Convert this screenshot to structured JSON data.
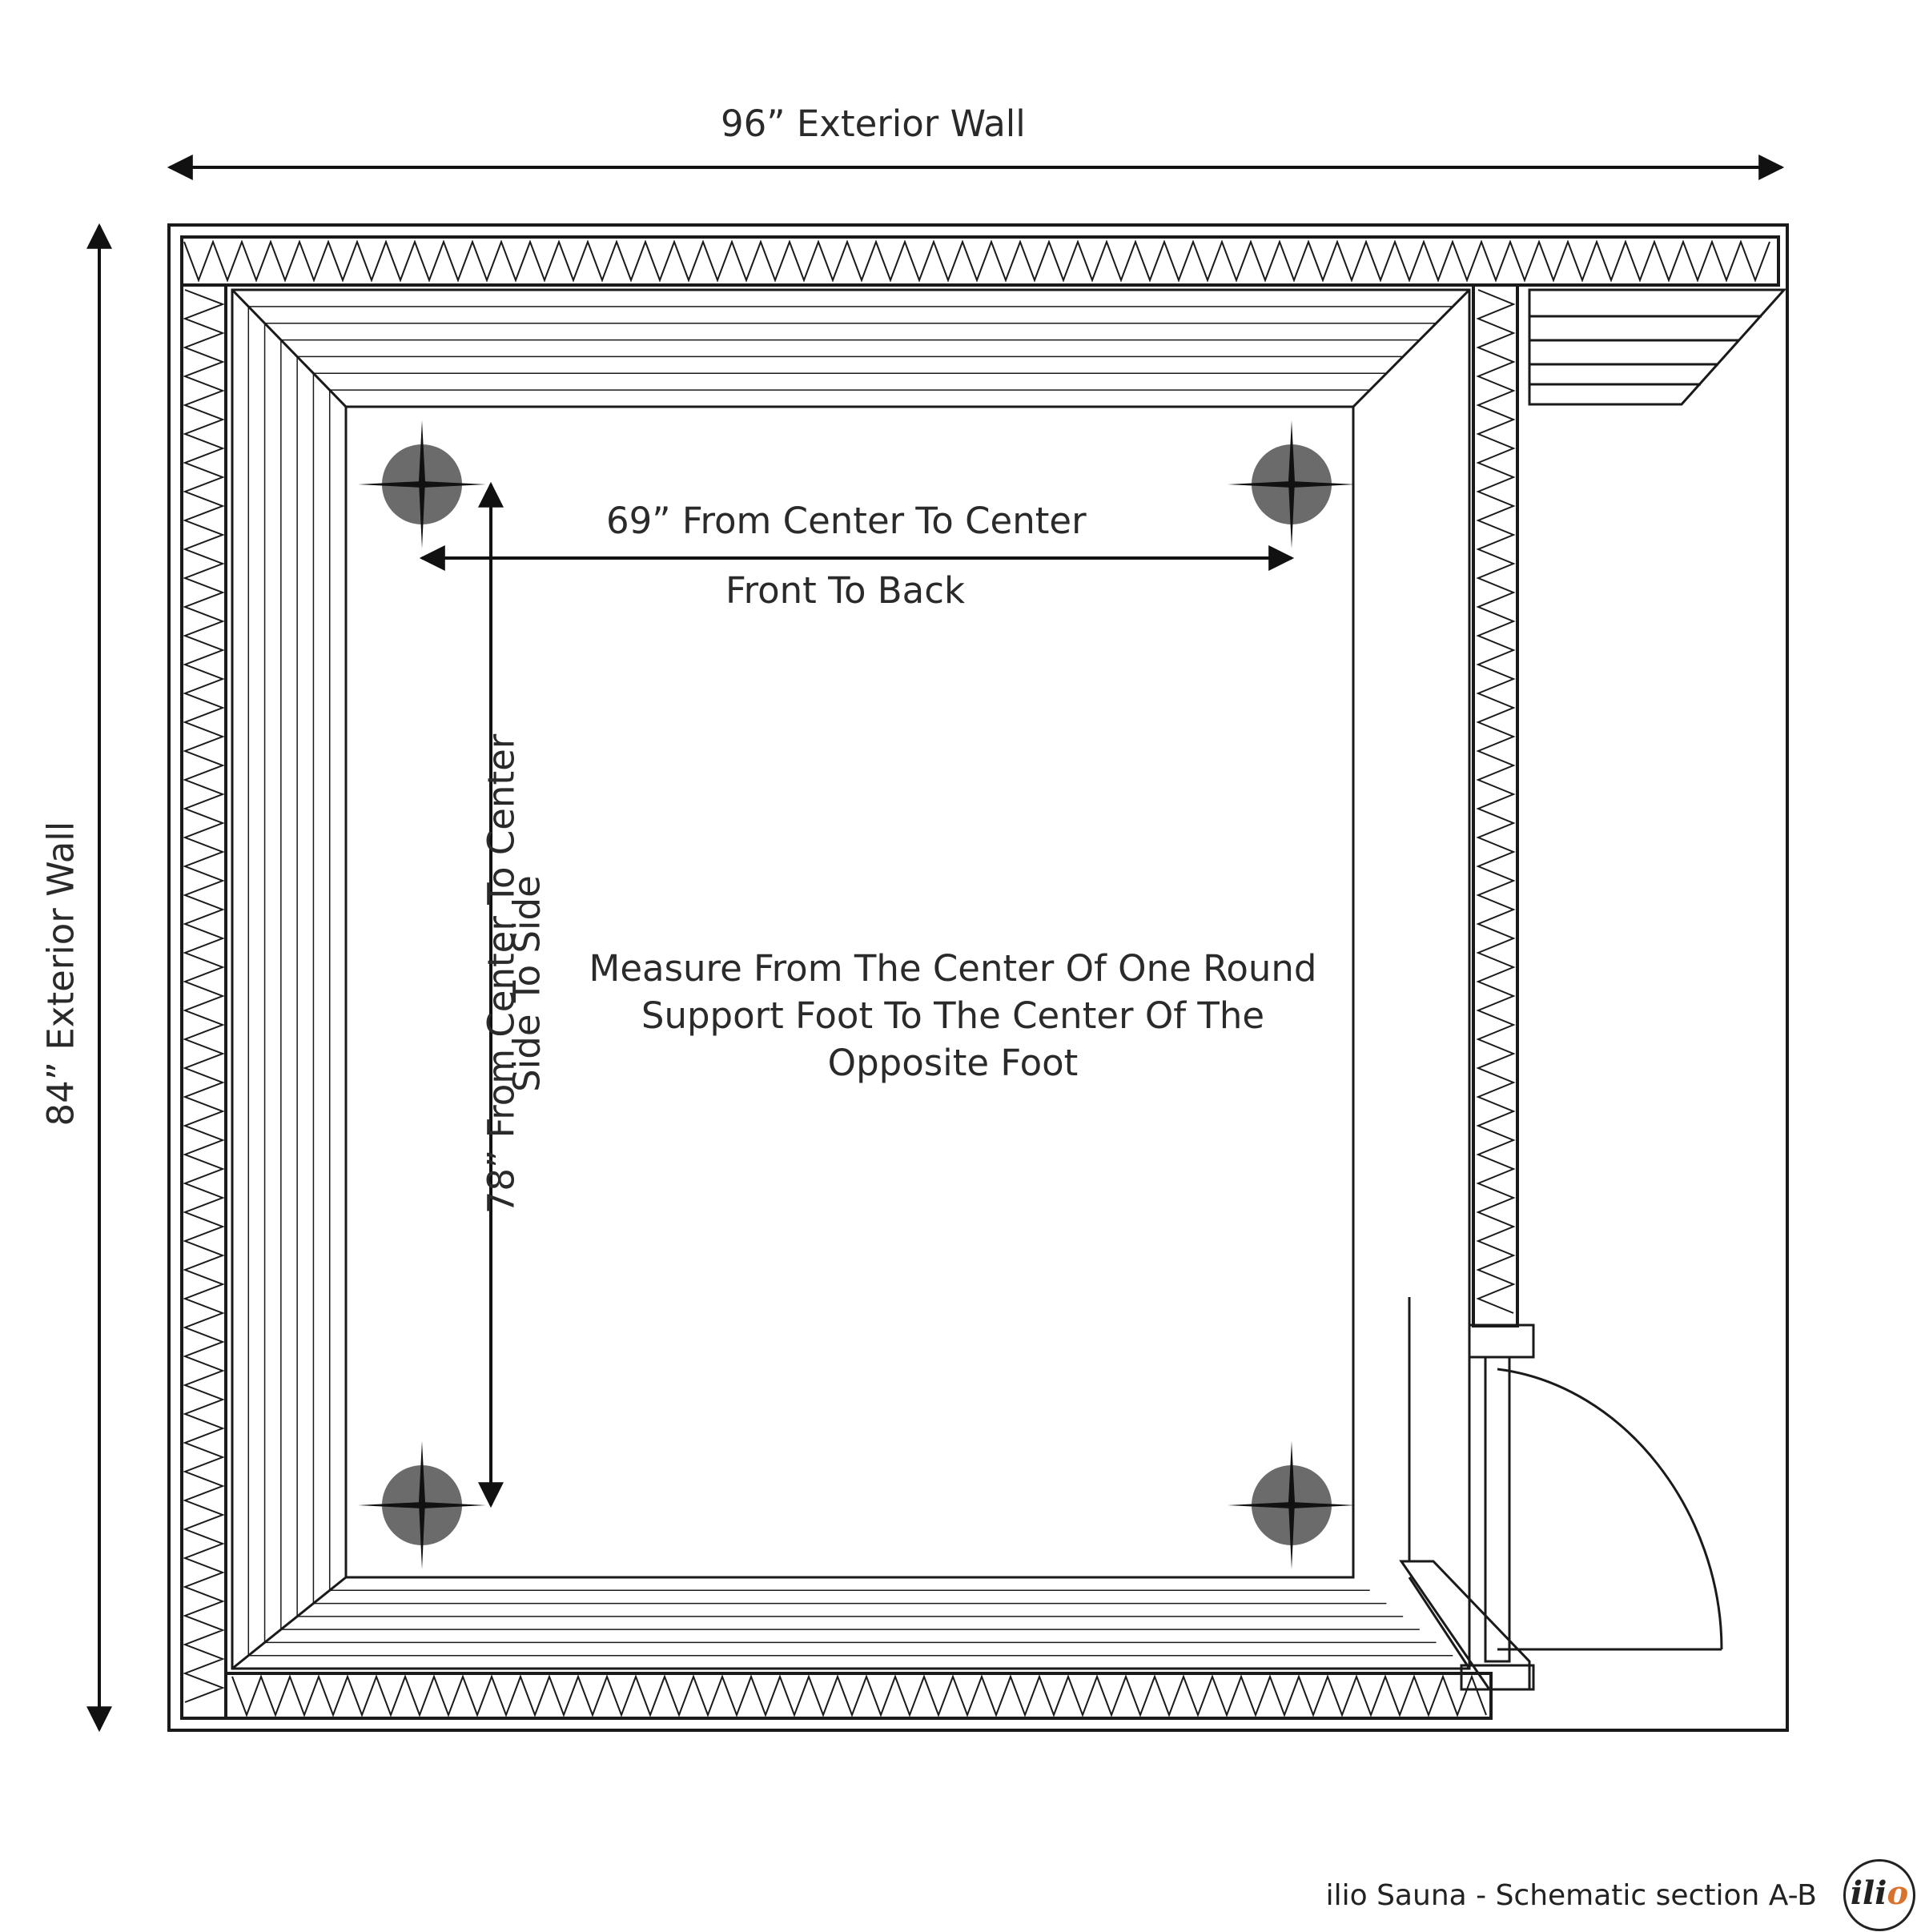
{
  "dimensions": {
    "exterior_width": "96” Exterior Wall",
    "exterior_depth": "84” Exterior Wall",
    "feet_front_back": "69” From Center To Center",
    "feet_front_back_sub": "Front To Back",
    "feet_side_side": "78” From Center To Center",
    "feet_side_side_sub": "Side To Side"
  },
  "note": "Measure From The Center Of One Round Support Foot To The Center Of The Opposite Foot",
  "footer": {
    "caption": "ilio Sauna - Schematic section A-B",
    "logo_text": "ilio"
  },
  "colors": {
    "line": "#1a1a1a",
    "foot": "#6b6b6b",
    "logo_accent": "#d9722b"
  }
}
